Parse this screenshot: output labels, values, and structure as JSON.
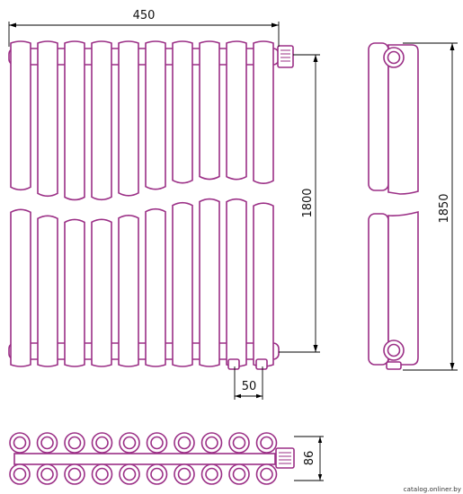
{
  "dimensions": {
    "width": "450",
    "height": "1800",
    "total_height": "1850",
    "connection_distance": "50",
    "depth": "86"
  },
  "colors": {
    "outline": "#9b2f86",
    "dimension_lines": "#000000"
  },
  "sections_count": 10,
  "watermark": "catalog.onliner.by"
}
